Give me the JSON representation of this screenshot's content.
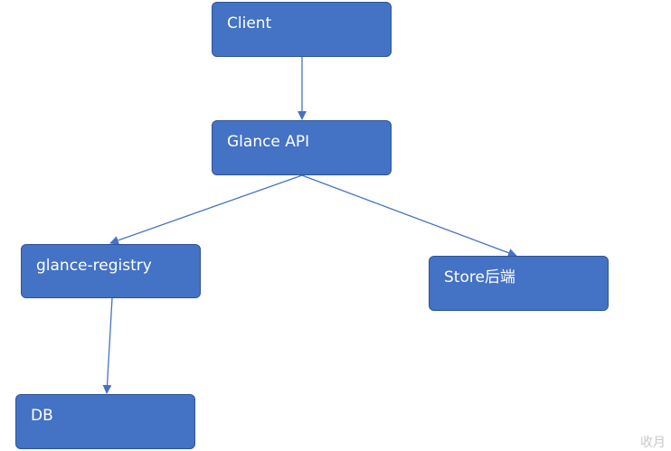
{
  "diagram": {
    "nodes": {
      "client": "Client",
      "glance_api": "Glance API",
      "glance_registry": "glance-registry",
      "store": "Store后端",
      "db": "DB"
    },
    "edges": [
      {
        "from": "Client",
        "to": "Glance API"
      },
      {
        "from": "Glance API",
        "to": "glance-registry"
      },
      {
        "from": "Glance API",
        "to": "Store后端"
      },
      {
        "from": "glance-registry",
        "to": "DB"
      }
    ],
    "colors": {
      "node_fill": "#4472c4",
      "node_border": "#2f5597",
      "node_text": "#ffffff",
      "connector": "#4472c4"
    }
  },
  "watermark": "收月"
}
